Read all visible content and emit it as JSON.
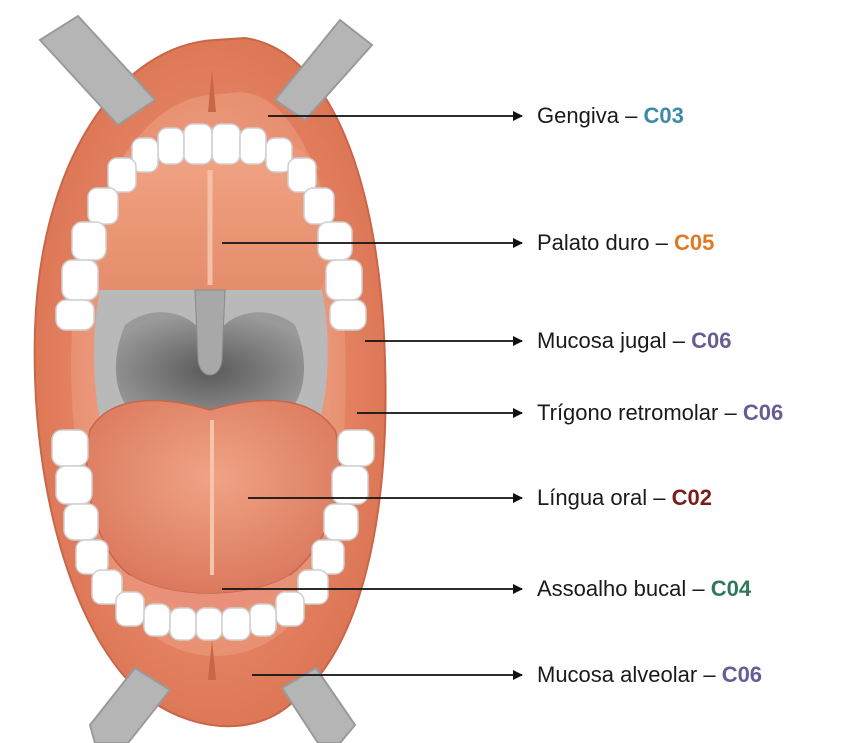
{
  "labels": [
    {
      "name": "Gengiva",
      "dash": "–",
      "code": "C03",
      "color": "#3d8aa8"
    },
    {
      "name": "Palato duro",
      "dash": "–",
      "code": "C05",
      "color": "#e07a22"
    },
    {
      "name": "Mucosa jugal",
      "dash": "–",
      "code": "C06",
      "color": "#6a5c93"
    },
    {
      "name": "Trígono retromolar",
      "dash": "–",
      "code": "C06",
      "color": "#6a5c93"
    },
    {
      "name": "Língua oral",
      "dash": "–",
      "code": "C02",
      "color": "#7a1c1c"
    },
    {
      "name": "Assoalho bucal",
      "dash": "–",
      "code": "C04",
      "color": "#2f7a5a"
    },
    {
      "name": "Mucosa alveolar",
      "dash": "–",
      "code": "C06",
      "color": "#6a5c93"
    }
  ],
  "colors": {
    "lip": "#e8876a",
    "lip_dark": "#c9664a",
    "mucosa": "#f2a88a",
    "palate": "#eb9a78",
    "tongue": "#e98c6c",
    "teeth": "#ffffff",
    "throat": "#8a8a8a",
    "retractor": "#b9b9b9",
    "arrow": "#111111"
  }
}
